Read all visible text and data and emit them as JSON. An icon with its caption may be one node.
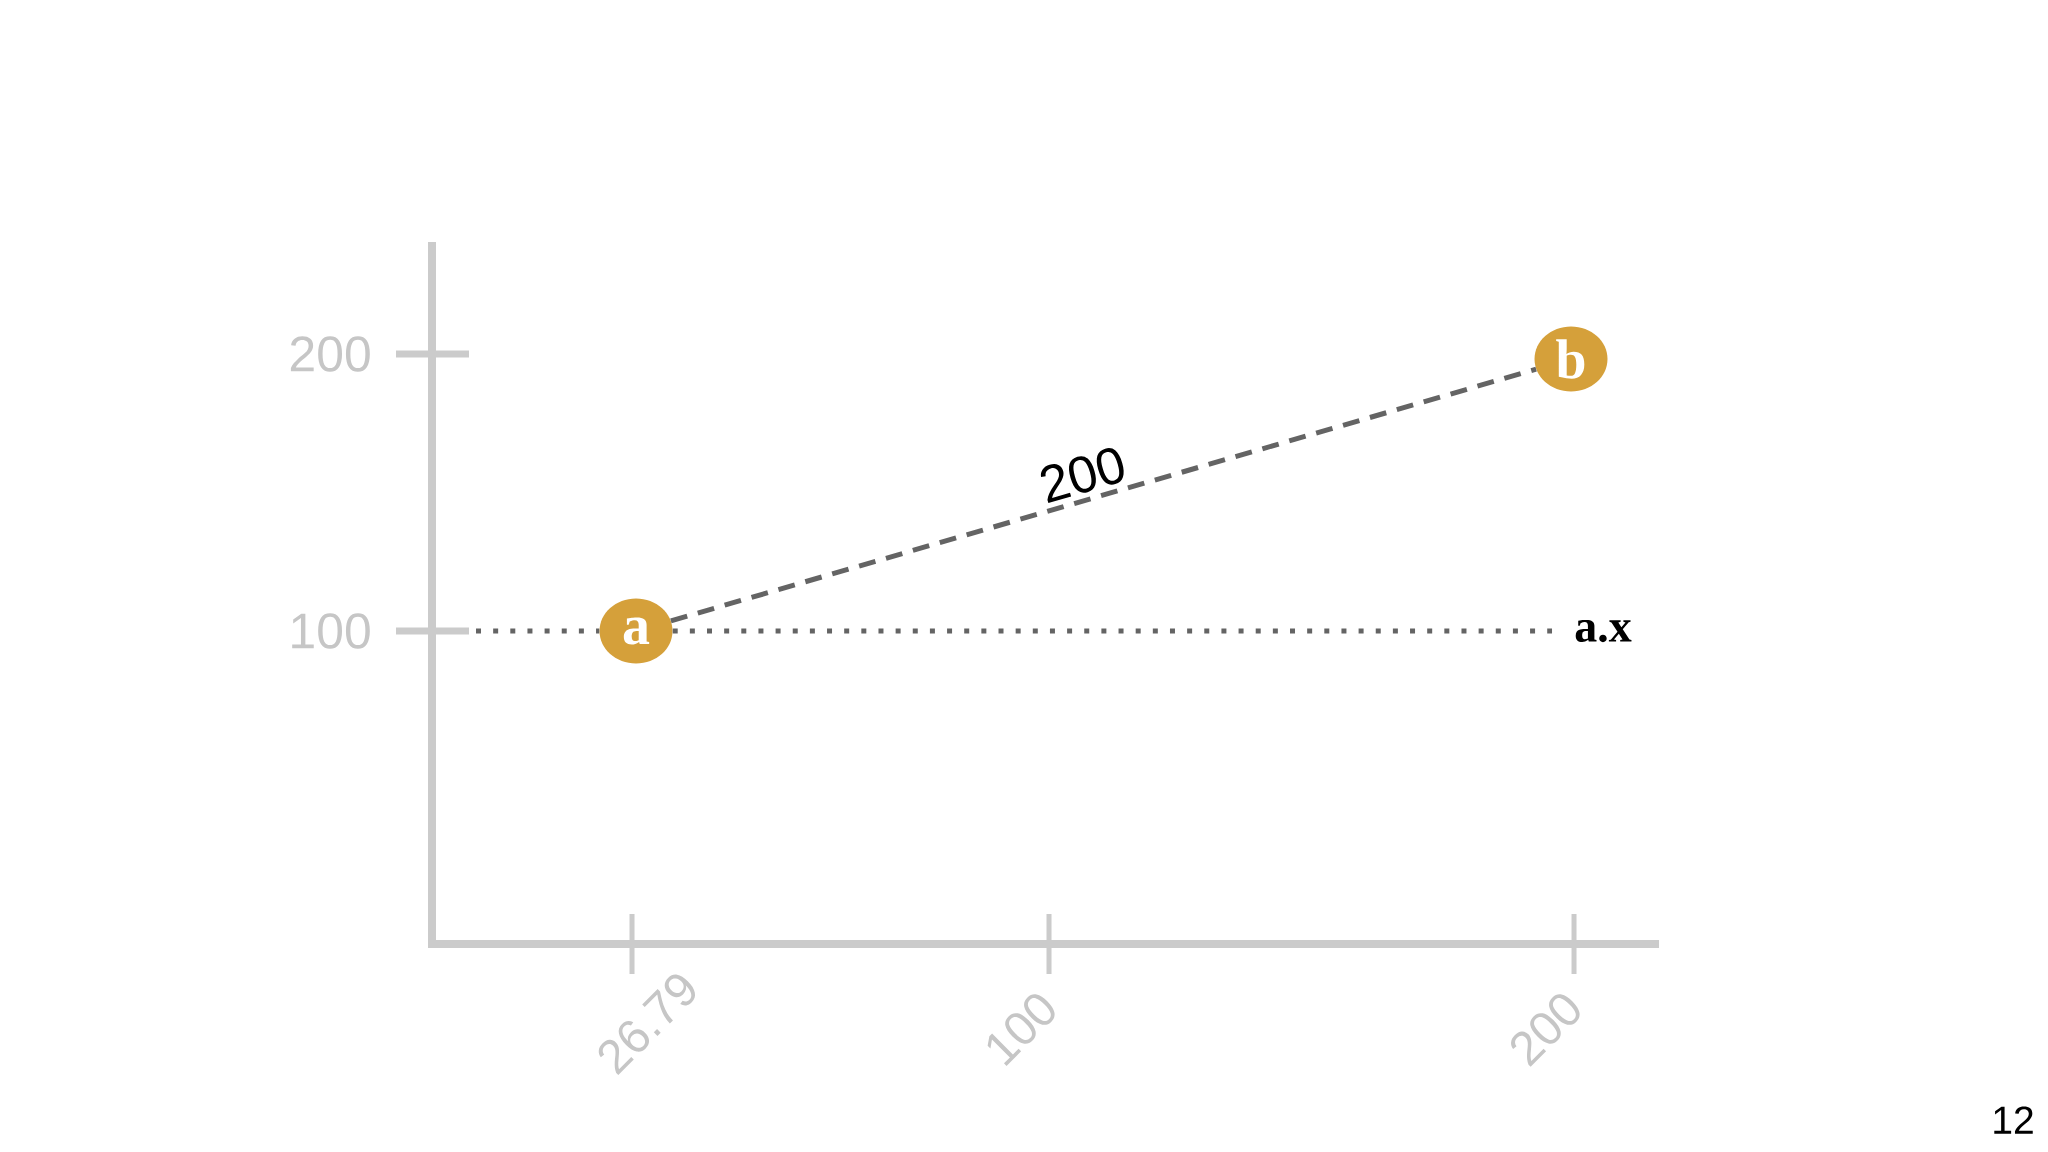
{
  "diagram": {
    "nodes": [
      {
        "text": [
          "a"
        ]
      },
      {
        "text": [
          "b"
        ]
      },
      {
        "text": [
          "a.x"
        ]
      }
    ],
    "edges": [
      {
        "from": 0,
        "to": 1,
        "arrow": "none",
        "label": "200",
        "style": "dashed"
      },
      {
        "from": null,
        "to": 2,
        "arrow": "none",
        "style": "dashed"
      }
    ],
    "labels": [
      "200",
      "100",
      "26.79",
      "100",
      "200",
      "12"
    ]
  }
}
